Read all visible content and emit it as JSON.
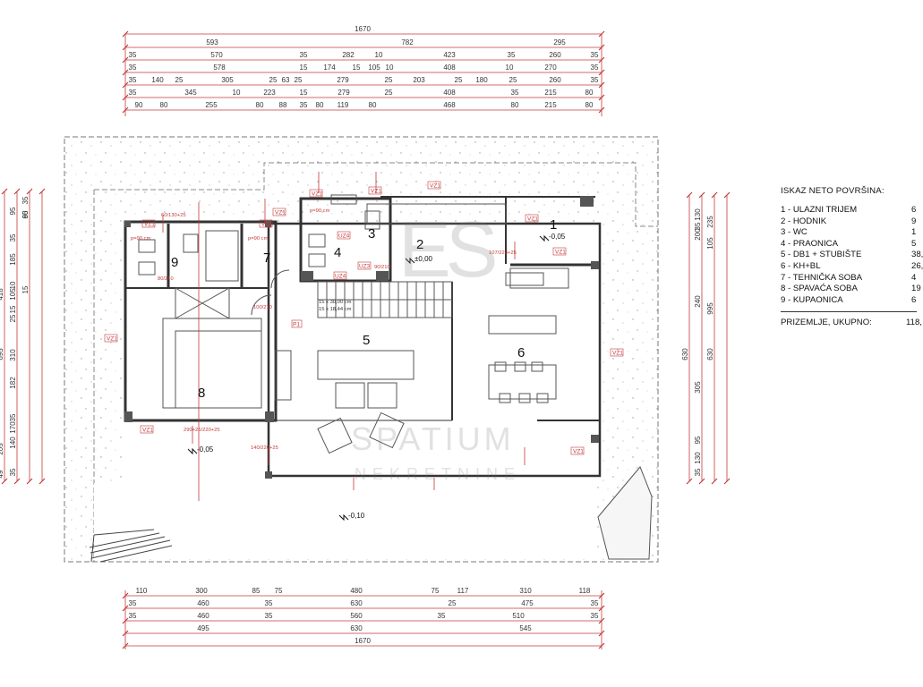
{
  "legend": {
    "title": "ISKAZ NETO POVRŠINA:",
    "rows": [
      {
        "label": "1 - ULAZNI TRIJEM",
        "value": "6"
      },
      {
        "label": "2 - HODNIK",
        "value": "9"
      },
      {
        "label": "3 - WC",
        "value": "1"
      },
      {
        "label": "4 - PRAONICA",
        "value": "5"
      },
      {
        "label": "5 - DB1 + STUBIŠTE",
        "value": "38,"
      },
      {
        "label": "6 - KH+BL",
        "value": "26,"
      },
      {
        "label": "7 - TEHNIČKA SOBA",
        "value": "4"
      },
      {
        "label": "8 - SPAVAĆA SOBA",
        "value": "19"
      },
      {
        "label": "9 - KUPAONICA",
        "value": "6"
      }
    ],
    "total_label": "PRIZEMLJE, UKUPNO:",
    "total_value": "118,"
  },
  "rooms": [
    "1",
    "2",
    "3",
    "4",
    "5",
    "6",
    "7",
    "8",
    "9"
  ],
  "watermark": {
    "logo": "ES",
    "name": "SPATIUM",
    "sub": "NEKRETNINE"
  },
  "dims": {
    "top_row1": [
      "1670"
    ],
    "top_row2": [
      "593",
      "782",
      "295"
    ],
    "top_row3": [
      "35",
      "570",
      "35",
      "282",
      "10",
      "423",
      "35",
      "260",
      "35"
    ],
    "top_row4": [
      "35",
      "578",
      "15",
      "174",
      "15",
      "105",
      "10",
      "408",
      "10",
      "270",
      "35"
    ],
    "top_row5": [
      "35",
      "140",
      "25",
      "305",
      "25",
      "63",
      "25",
      "279",
      "25",
      "203",
      "25",
      "180",
      "25",
      "260",
      "35"
    ],
    "top_row6": [
      "35",
      "345",
      "10",
      "223",
      "15",
      "279",
      "25",
      "408",
      "35",
      "215",
      "80"
    ],
    "top_row7": [
      "90",
      "80",
      "255",
      "80",
      "88",
      "35",
      "80",
      "119",
      "80",
      "468",
      "80",
      "215",
      "80"
    ],
    "bot_row1": [
      "110",
      "300",
      "85",
      "75",
      "480",
      "75",
      "117",
      "310",
      "118"
    ],
    "bot_row2": [
      "35",
      "460",
      "35",
      "630",
      "25",
      "475",
      "35"
    ],
    "bot_row3": [
      "35",
      "460",
      "35",
      "560",
      "35",
      "510",
      "35"
    ],
    "bot_row4": [
      "495",
      "630",
      "545"
    ],
    "bot_row5": [
      "1670"
    ],
    "left_a": [
      "95",
      "35",
      "185",
      "10",
      "105",
      "15",
      "25",
      "310",
      "182",
      "35",
      "170",
      "140",
      "35"
    ],
    "left_b": [
      "418",
      "695",
      "205",
      "49"
    ],
    "left_c": [
      "35",
      "60",
      "95",
      "15"
    ],
    "right_a": [
      "130",
      "35",
      "200",
      "240",
      "305",
      "95",
      "130",
      "35"
    ],
    "right_b": [
      "105",
      "235",
      "630",
      "995"
    ],
    "right_c": [
      "630"
    ],
    "levels": [
      "-0,05",
      "±0,00",
      "-0,05",
      "-0,10"
    ],
    "win_tags": [
      "VZ1",
      "VZ1",
      "VZ1",
      "VZ1",
      "VZ1",
      "VZ1",
      "VZ1",
      "VZ1",
      "VZ1",
      "VZ1",
      "VZ1",
      "VZ1"
    ],
    "door_tags": [
      "P1",
      "UZ4",
      "UZ3",
      "UZ4"
    ],
    "notes": [
      "p=90 cm",
      "p=90 cm",
      "p=90 cm",
      "15 x 30,00 cm",
      "15 x 18,44 cm",
      "80/210",
      "90/210",
      "100/210",
      "140/220+25",
      "290+25/220+25",
      "107/220+25",
      "60/130+25"
    ]
  }
}
